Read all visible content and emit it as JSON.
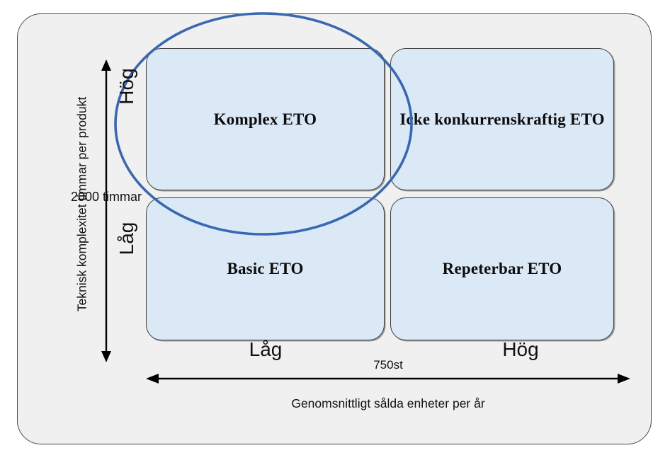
{
  "chart_data": {
    "type": "matrix",
    "title": "",
    "xlabel": "Genomsnittligt sålda enheter per år",
    "ylabel": "Teknisk komplexitet timmar per produkt",
    "x_tick_labels": [
      "Låg",
      "Hög"
    ],
    "y_tick_labels": [
      "Hög",
      "Låg"
    ],
    "x_threshold_label": "750st",
    "y_threshold_label": "2000 timmar",
    "grid": false,
    "legend": "none",
    "cells": [
      {
        "id": "top-left",
        "label": "Komplex ETO",
        "x": "Låg",
        "y": "Hög",
        "highlighted": true
      },
      {
        "id": "top-right",
        "label": "Icke konkurrenskraftig ETO",
        "x": "Hög",
        "y": "Hög",
        "highlighted": false
      },
      {
        "id": "bottom-left",
        "label": "Basic ETO",
        "x": "Låg",
        "y": "Låg",
        "highlighted": false
      },
      {
        "id": "bottom-right",
        "label": "Repeterbar ETO",
        "x": "Hög",
        "y": "Låg",
        "highlighted": false
      }
    ],
    "annotations": [
      {
        "type": "ellipse",
        "covers": [
          "Komplex ETO"
        ],
        "color": "#3a68b0"
      }
    ]
  },
  "diagram": {
    "quadrants": {
      "top_left": "Komplex ETO",
      "top_right": "Icke konkurrenskraftig ETO",
      "bottom_left": "Basic ETO",
      "bottom_right": "Repeterbar ETO"
    },
    "y_axis": {
      "title": "Teknisk komplexitet timmar per produkt",
      "high": "Hög",
      "low": "Låg",
      "threshold": "2000 timmar"
    },
    "x_axis": {
      "title": "Genomsnittligt sålda enheter per år",
      "low": "Låg",
      "high": "Hög",
      "threshold": "750st"
    }
  },
  "colors": {
    "quadrant_fill": "#dbe8f6",
    "quadrant_border": "#3f3f3f",
    "frame_background": "#f0f0f0",
    "frame_border": "#4a4a4a",
    "ellipse_stroke": "#3a68b0",
    "axis": "#000000"
  }
}
